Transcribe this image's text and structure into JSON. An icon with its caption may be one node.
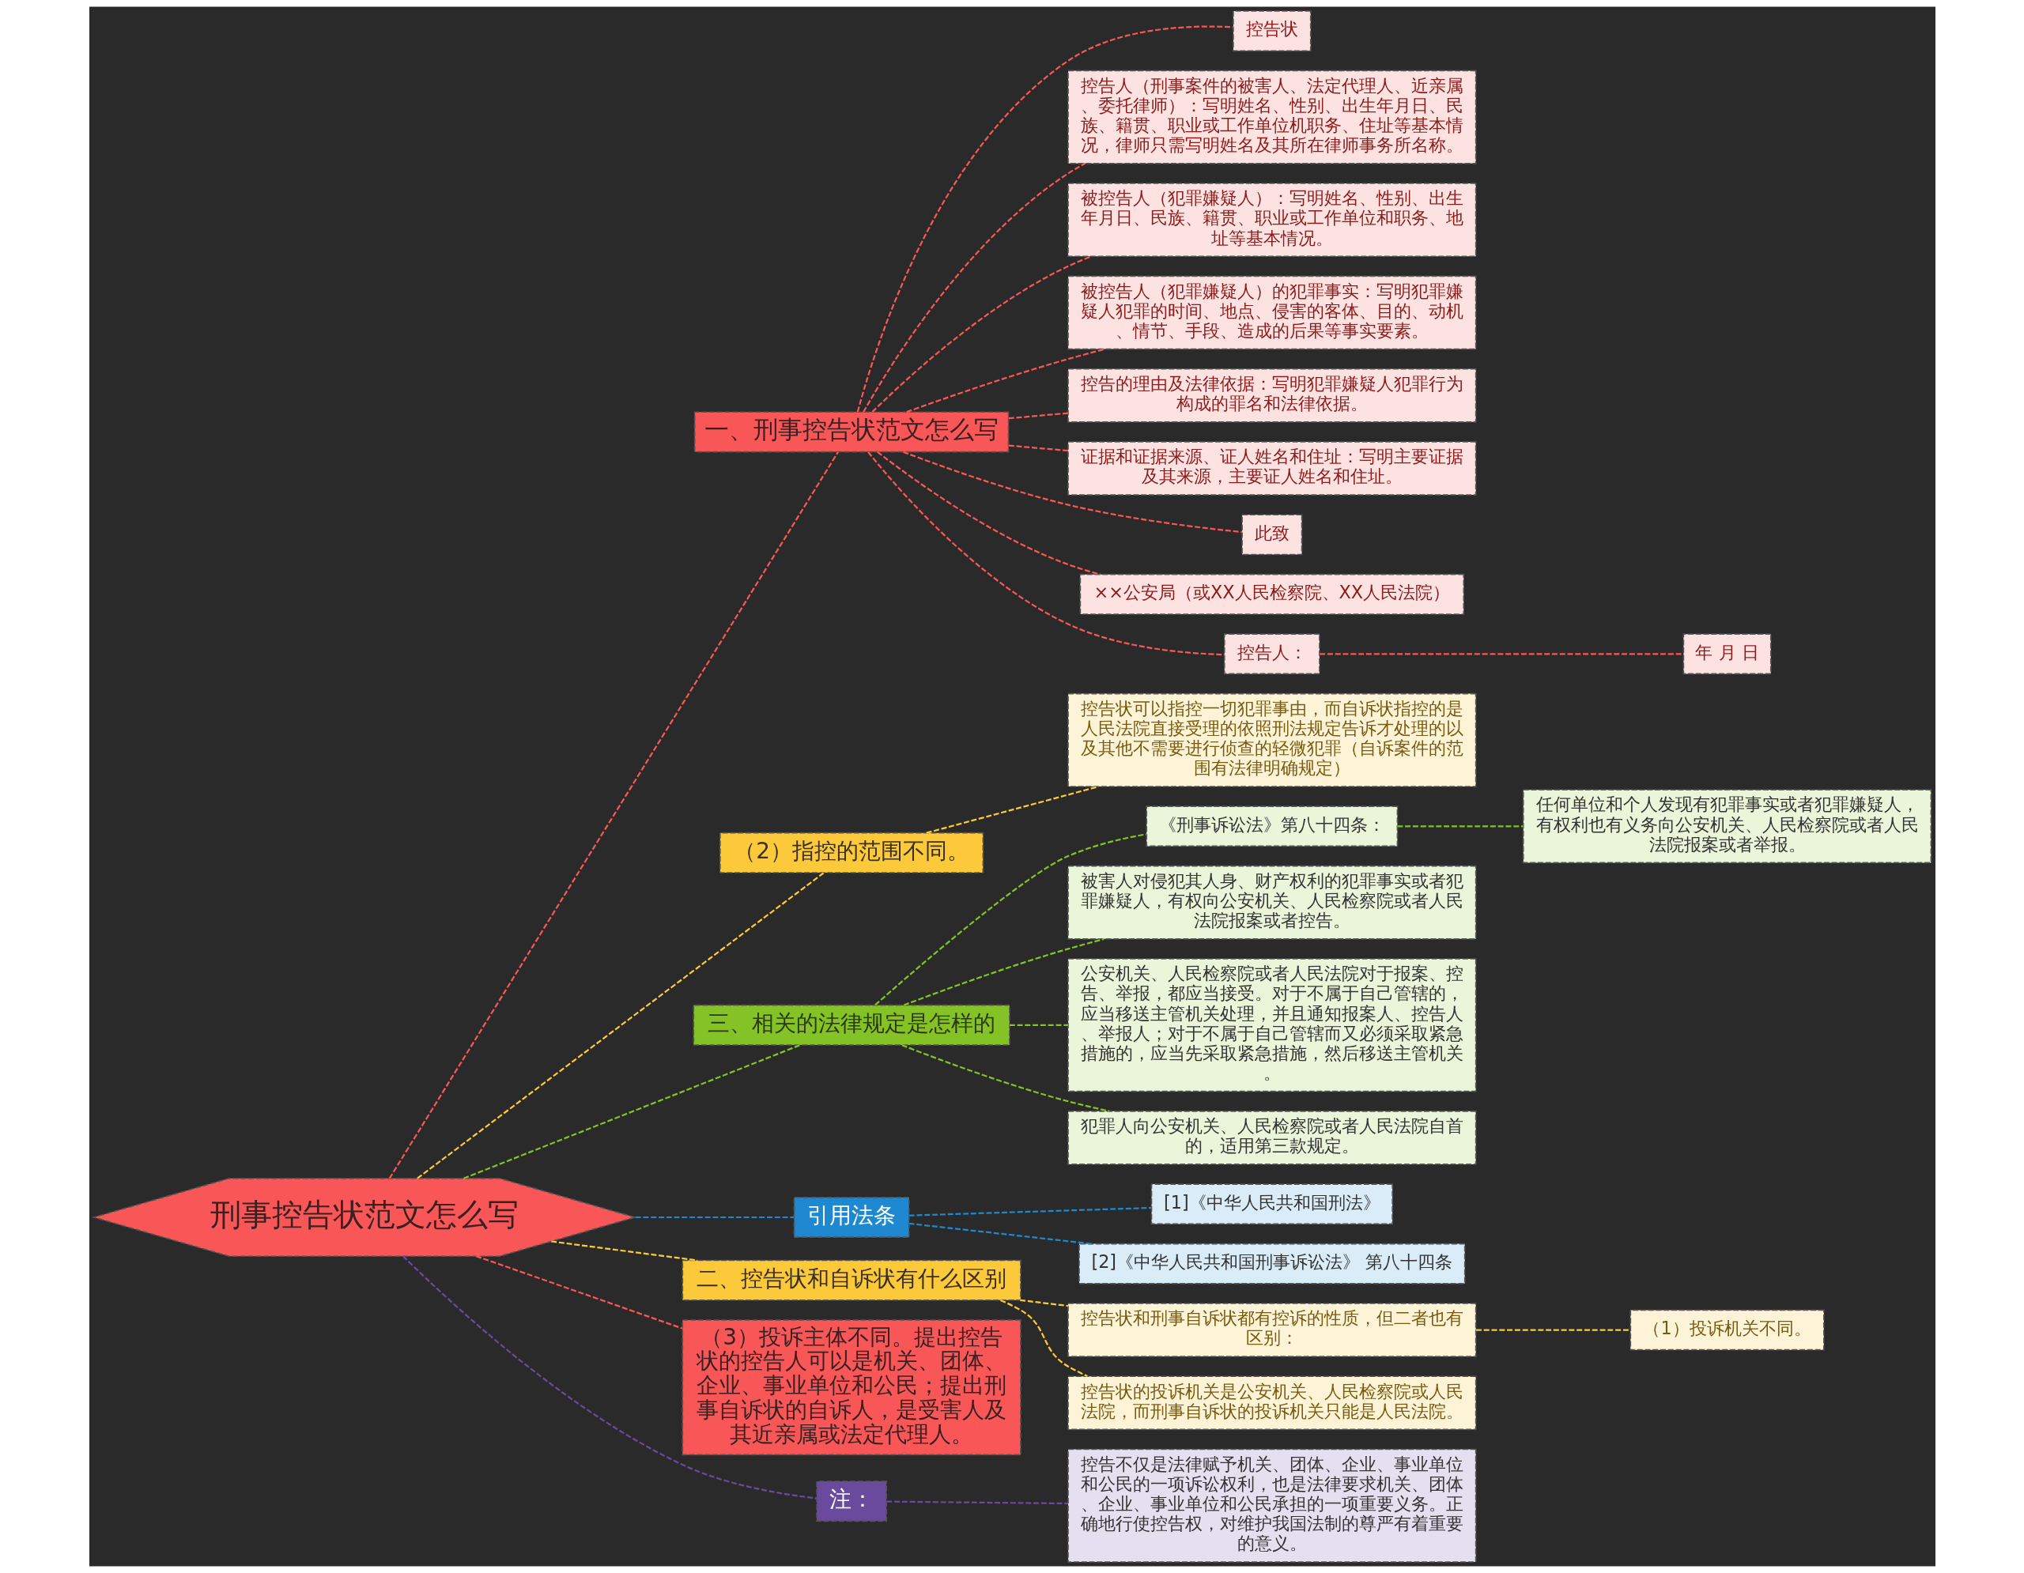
{
  "diagram": {
    "nodes": [
      {
        "text": [
          "刑事控告状范文怎么写"
        ]
      },
      {
        "text": [
          "一、刑事控告状范文怎么写"
        ]
      },
      {
        "text": [
          "控告状"
        ]
      },
      {
        "text": [
          "控告人（刑事案件的被害人、法定代理人、近亲属、委托律师）：写明姓名、性别、出生年月日、民族、籍贯、职业或工作单位机职务、住址等基本情况，律师只需写明姓名及其所在律师事务所名称。"
        ]
      },
      {
        "text": [
          "被控告人（犯罪嫌疑人）：写明姓名、性别、出生年月日、民族、籍贯、职业或工作单位和职务、地址等基本情况。"
        ]
      },
      {
        "text": [
          "被控告人（犯罪嫌疑人）的犯罪事实：写明犯罪嫌疑人犯罪的时间、地点、侵害的客体、目的、动机、情节、手段、造成的后果等事实要素。"
        ]
      },
      {
        "text": [
          "控告的理由及法律依据：写明犯罪嫌疑人犯罪行为构成的罪名和法律依据。"
        ]
      },
      {
        "text": [
          "证据和证据来源、证人姓名和住址：写明主要证据及其来源，主要证人姓名和住址。"
        ]
      },
      {
        "text": [
          "此致"
        ]
      },
      {
        "text": [
          "××公安局（或XX人民检察院、XX人民法院）"
        ]
      },
      {
        "text": [
          "控告人："
        ]
      },
      {
        "text": [
          "年 月 日"
        ]
      },
      {
        "text": [
          "（2）指控的范围不同。"
        ]
      },
      {
        "text": [
          "控告状可以指控一切犯罪事由，而自诉状指控的是人民法院直接受理的依照刑法规定告诉才处理的以及其他不需要进行侦查的轻微犯罪（自诉案件的范围有法律明确规定）"
        ]
      },
      {
        "text": [
          "三、相关的法律规定是怎样的"
        ]
      },
      {
        "text": [
          "《刑事诉讼法》第八十四条："
        ]
      },
      {
        "text": [
          "任何单位和个人发现有犯罪事实或者犯罪嫌疑人，有权利也有义务向公安机关、人民检察院或者人民法院报案或者举报。"
        ]
      },
      {
        "text": [
          "被害人对侵犯其人身、财产权利的犯罪事实或者犯罪嫌疑人，有权向公安机关、人民检察院或者人民法院报案或者控告。"
        ]
      },
      {
        "text": [
          "公安机关、人民检察院或者人民法院对于报案、控告、举报，都应当接受。对于不属于自己管辖的，应当移送主管机关处理，并且通知报案人、控告人、举报人；对于不属于自己管辖而又必须采取紧急措施的，应当先采取紧急措施，然后移送主管机关。"
        ]
      },
      {
        "text": [
          "犯罪人向公安机关、人民检察院或者人民法院自首的，适用第三款规定。"
        ]
      },
      {
        "text": [
          "引用法条"
        ]
      },
      {
        "text": [
          "[1]《中华人民共和国刑法》"
        ]
      },
      {
        "text": [
          "[2]《中华人民共和国刑事诉讼法》 第八十四条"
        ]
      },
      {
        "text": [
          "二、控告状和自诉状有什么区别"
        ]
      },
      {
        "text": [
          "控告状和刑事自诉状都有控诉的性质，但二者也有区别："
        ]
      },
      {
        "text": [
          "（1）投诉机关不同。"
        ]
      },
      {
        "text": [
          "控告状的投诉机关是公安机关、人民检察院或人民法院，而刑事自诉状的投诉机关只能是人民法院。"
        ]
      },
      {
        "text": [
          "（3）投诉主体不同。提出控告状的控告人可以是机关、团体、企业、事业单位和公民；提出刑事自诉状的自诉人，是受害人及其近亲属或法定代理人。"
        ]
      },
      {
        "text": [
          "注："
        ]
      },
      {
        "text": [
          "控告不仅是法律赋予机关、团体、企业、事业单位和公民的一项诉讼权利，也是法律要求机关、团体、企业、事业单位和公民承担的一项重要义务。正确地行使控告权，对维护我国法制的尊严有着重要的意义。"
        ]
      }
    ],
    "edges": [
      {
        "from": 0,
        "to": 1,
        "arrow": "none",
        "style": "dashed",
        "color": "#f95757"
      },
      {
        "from": 1,
        "to": 2,
        "arrow": "none",
        "style": "dashed",
        "color": "#f95757"
      },
      {
        "from": 1,
        "to": 3,
        "arrow": "none",
        "style": "dashed",
        "color": "#f95757"
      },
      {
        "from": 1,
        "to": 4,
        "arrow": "none",
        "style": "dashed",
        "color": "#f95757"
      },
      {
        "from": 1,
        "to": 5,
        "arrow": "none",
        "style": "dashed",
        "color": "#f95757"
      },
      {
        "from": 1,
        "to": 6,
        "arrow": "none",
        "style": "dashed",
        "color": "#f95757"
      },
      {
        "from": 1,
        "to": 7,
        "arrow": "none",
        "style": "dashed",
        "color": "#f95757"
      },
      {
        "from": 1,
        "to": 8,
        "arrow": "none",
        "style": "dashed",
        "color": "#f95757"
      },
      {
        "from": 1,
        "to": 9,
        "arrow": "none",
        "style": "dashed",
        "color": "#f95757"
      },
      {
        "from": 1,
        "to": 10,
        "arrow": "none",
        "style": "dashed",
        "color": "#f95757"
      },
      {
        "from": 10,
        "to": 11,
        "arrow": "none",
        "style": "dashed",
        "color": "#f95757"
      },
      {
        "from": 0,
        "to": 12,
        "arrow": "none",
        "style": "dashed",
        "color": "#fcc93a"
      },
      {
        "from": 12,
        "to": 13,
        "arrow": "none",
        "style": "dashed",
        "color": "#fcc93a"
      },
      {
        "from": 0,
        "to": 14,
        "arrow": "none",
        "style": "dashed",
        "color": "#84c225"
      },
      {
        "from": 14,
        "to": 15,
        "arrow": "none",
        "style": "dashed",
        "color": "#84c225"
      },
      {
        "from": 15,
        "to": 16,
        "arrow": "none",
        "style": "dashed",
        "color": "#84c225"
      },
      {
        "from": 14,
        "to": 17,
        "arrow": "none",
        "style": "dashed",
        "color": "#84c225"
      },
      {
        "from": 14,
        "to": 18,
        "arrow": "none",
        "style": "dashed",
        "color": "#84c225"
      },
      {
        "from": 14,
        "to": 19,
        "arrow": "none",
        "style": "dashed",
        "color": "#84c225"
      },
      {
        "from": 0,
        "to": 20,
        "arrow": "none",
        "style": "dashed",
        "color": "#1e88d0"
      },
      {
        "from": 20,
        "to": 21,
        "arrow": "none",
        "style": "dashed",
        "color": "#1e88d0"
      },
      {
        "from": 20,
        "to": 22,
        "arrow": "none",
        "style": "dashed",
        "color": "#1e88d0"
      },
      {
        "from": 0,
        "to": 23,
        "arrow": "none",
        "style": "dashed",
        "color": "#fcc93a"
      },
      {
        "from": 23,
        "to": 24,
        "arrow": "none",
        "style": "dashed",
        "color": "#fcc93a"
      },
      {
        "from": 24,
        "to": 25,
        "arrow": "none",
        "style": "dashed",
        "color": "#fcc93a"
      },
      {
        "from": 23,
        "to": 26,
        "arrow": "none",
        "style": "dashed",
        "color": "#fcc93a"
      },
      {
        "from": 0,
        "to": 27,
        "arrow": "none",
        "style": "dashed",
        "color": "#f95757"
      },
      {
        "from": 0,
        "to": 28,
        "arrow": "none",
        "style": "dashed",
        "color": "#6a4a9c"
      },
      {
        "from": 28,
        "to": 29,
        "arrow": "none",
        "style": "dashed",
        "color": "#6a4a9c"
      }
    ]
  }
}
